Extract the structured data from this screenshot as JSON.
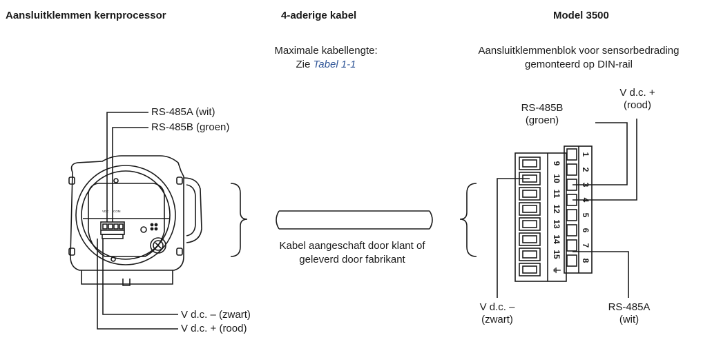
{
  "headers": {
    "left": "Aansluitklemmen kernprocessor",
    "middle": "4-aderige kabel",
    "right": "Model 3500"
  },
  "notes": {
    "cable_length_line1": "Maximale kabellengte:",
    "cable_length_prefix": "Zie ",
    "cable_length_link": "Tabel 1-1",
    "terminal_block_line1": "Aansluitklemmenblok voor sensorbedrading",
    "terminal_block_line2": "gemonteerd op DIN-rail",
    "cable_caption_line1": "Kabel aangeschaft door klant of",
    "cable_caption_line2": "geleverd door fabrikant"
  },
  "left_labels": {
    "rs485a": "RS-485A (wit)",
    "rs485b": "RS-485B (groen)",
    "vdc_minus": "V d.c. – (zwart)",
    "vdc_plus": "V d.c. + (rood)"
  },
  "right_labels": {
    "rs485b_line1": "RS-485B",
    "rs485b_line2": "(groen)",
    "vdc_plus_line1": "V d.c. +",
    "vdc_plus_line2": "(rood)",
    "vdc_minus_line1": "V d.c. –",
    "vdc_minus_line2": "(zwart)",
    "rs485a_line1": "RS-485A",
    "rs485a_line2": "(wit)"
  },
  "terminal_numbers": {
    "right_column": [
      "1",
      "2",
      "3",
      "4",
      "5",
      "6",
      "7",
      "8"
    ],
    "left_column": [
      "9",
      "10",
      "11",
      "12",
      "13",
      "14",
      "15",
      "⏚"
    ]
  },
  "processor_labels": {
    "vdc": "VDC",
    "com": "COM"
  }
}
